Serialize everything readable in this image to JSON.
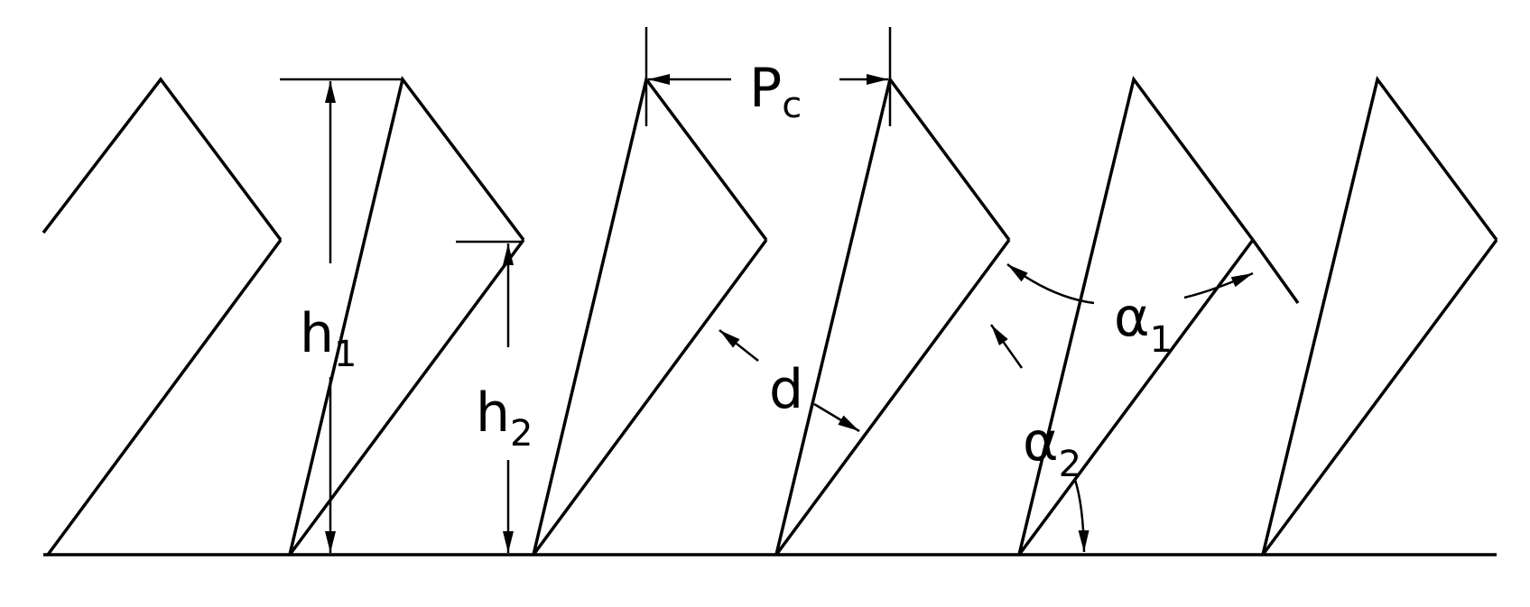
{
  "labels": {
    "pitch": {
      "main": "P",
      "sub": "c"
    },
    "height1": {
      "main": "h",
      "sub": "1"
    },
    "height2": {
      "main": "h",
      "sub": "2"
    },
    "thickness": {
      "main": "d"
    },
    "angle1": {
      "main": "α",
      "sub": "1"
    },
    "angle2": {
      "main": "α",
      "sub": "2"
    }
  },
  "colors": {
    "stroke": "#000000",
    "background": "#ffffff"
  }
}
